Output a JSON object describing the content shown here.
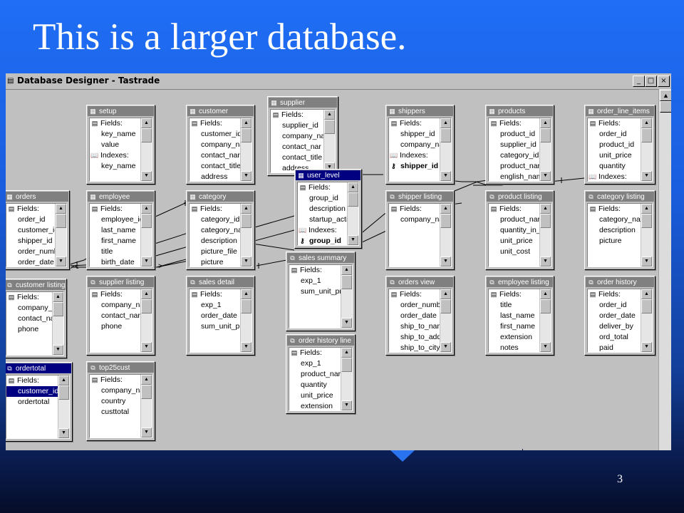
{
  "slide": {
    "title": "This is a larger database.",
    "page_number": "3"
  },
  "window": {
    "title": "Database Designer - Tastrade",
    "buttons": {
      "minimize": "_",
      "maximize": "□",
      "close": "×"
    }
  },
  "tables": [
    {
      "id": "setup",
      "title": "setup",
      "kind": "table",
      "rows": [
        {
          "text": "Fields:",
          "type": "section"
        },
        {
          "text": "key_name"
        },
        {
          "text": "value"
        },
        {
          "text": "Indexes:",
          "type": "index-section"
        },
        {
          "text": "key_name"
        }
      ]
    },
    {
      "id": "customer",
      "title": "customer",
      "kind": "table",
      "rows": [
        {
          "text": "Fields:",
          "type": "section"
        },
        {
          "text": "customer_id"
        },
        {
          "text": "company_na"
        },
        {
          "text": "contact_nar"
        },
        {
          "text": "contact_title"
        },
        {
          "text": "address"
        }
      ]
    },
    {
      "id": "supplier",
      "title": "supplier",
      "kind": "table",
      "rows": [
        {
          "text": "Fields:",
          "type": "section"
        },
        {
          "text": "supplier_id"
        },
        {
          "text": "company_na"
        },
        {
          "text": "contact_nar"
        },
        {
          "text": "contact_title"
        },
        {
          "text": "address"
        }
      ]
    },
    {
      "id": "shippers",
      "title": "shippers",
      "kind": "table",
      "rows": [
        {
          "text": "Fields:",
          "type": "section"
        },
        {
          "text": "shipper_id"
        },
        {
          "text": "company_na"
        },
        {
          "text": "Indexes:",
          "type": "index-section"
        },
        {
          "text": "shipper_id",
          "type": "key"
        }
      ]
    },
    {
      "id": "products",
      "title": "products",
      "kind": "table",
      "rows": [
        {
          "text": "Fields:",
          "type": "section"
        },
        {
          "text": "product_id"
        },
        {
          "text": "supplier_id"
        },
        {
          "text": "category_id"
        },
        {
          "text": "product_nar"
        },
        {
          "text": "english_nam"
        }
      ]
    },
    {
      "id": "order_line_items",
      "title": "order_line_items",
      "kind": "table",
      "rows": [
        {
          "text": "Fields:",
          "type": "section"
        },
        {
          "text": "order_id"
        },
        {
          "text": "product_id"
        },
        {
          "text": "unit_price"
        },
        {
          "text": "quantity"
        },
        {
          "text": "Indexes:",
          "type": "index-section"
        }
      ]
    },
    {
      "id": "orders",
      "title": "orders",
      "kind": "table",
      "rows": [
        {
          "text": "Fields:",
          "type": "section"
        },
        {
          "text": "order_id"
        },
        {
          "text": "customer_id"
        },
        {
          "text": "shipper_id"
        },
        {
          "text": "order_numbe"
        },
        {
          "text": "order_date"
        }
      ]
    },
    {
      "id": "employee",
      "title": "employee",
      "kind": "table",
      "rows": [
        {
          "text": "Fields:",
          "type": "section"
        },
        {
          "text": "employee_id"
        },
        {
          "text": "last_name"
        },
        {
          "text": "first_name"
        },
        {
          "text": "title"
        },
        {
          "text": "birth_date"
        }
      ]
    },
    {
      "id": "category",
      "title": "category",
      "kind": "table",
      "rows": [
        {
          "text": "Fields:",
          "type": "section"
        },
        {
          "text": "category_id"
        },
        {
          "text": "category_na"
        },
        {
          "text": "description"
        },
        {
          "text": "picture_file"
        },
        {
          "text": "picture"
        }
      ]
    },
    {
      "id": "user_level",
      "title": "user_level",
      "kind": "table",
      "active": true,
      "rows": [
        {
          "text": "Fields:",
          "type": "section"
        },
        {
          "text": "group_id"
        },
        {
          "text": "description"
        },
        {
          "text": "startup_actio"
        },
        {
          "text": "Indexes:",
          "type": "index-section"
        },
        {
          "text": "group_id",
          "type": "key"
        }
      ]
    },
    {
      "id": "shipper_listing",
      "title": "shipper listing",
      "kind": "view",
      "rows": [
        {
          "text": "Fields:",
          "type": "section"
        },
        {
          "text": "company_na"
        }
      ]
    },
    {
      "id": "product_listing",
      "title": "product listing",
      "kind": "view",
      "rows": [
        {
          "text": "Fields:",
          "type": "section"
        },
        {
          "text": "product_nar"
        },
        {
          "text": "quantity_in_"
        },
        {
          "text": "unit_price"
        },
        {
          "text": "unit_cost"
        }
      ]
    },
    {
      "id": "category_listing",
      "title": "category listing",
      "kind": "view",
      "rows": [
        {
          "text": "Fields:",
          "type": "section"
        },
        {
          "text": "category_na"
        },
        {
          "text": "description"
        },
        {
          "text": "picture"
        }
      ]
    },
    {
      "id": "customer_listing",
      "title": "customer listing",
      "kind": "view",
      "rows": [
        {
          "text": "Fields:",
          "type": "section"
        },
        {
          "text": "company_na"
        },
        {
          "text": "contact_nar"
        },
        {
          "text": "phone"
        }
      ]
    },
    {
      "id": "supplier_listing",
      "title": "supplier listing",
      "kind": "view",
      "rows": [
        {
          "text": "Fields:",
          "type": "section"
        },
        {
          "text": "company_na"
        },
        {
          "text": "contact_nar"
        },
        {
          "text": "phone"
        }
      ]
    },
    {
      "id": "sales_detail",
      "title": "sales detail",
      "kind": "view",
      "rows": [
        {
          "text": "Fields:",
          "type": "section"
        },
        {
          "text": "exp_1"
        },
        {
          "text": "order_date"
        },
        {
          "text": "sum_unit_pr"
        }
      ]
    },
    {
      "id": "sales_summary",
      "title": "sales summary",
      "kind": "view",
      "rows": [
        {
          "text": "Fields:",
          "type": "section"
        },
        {
          "text": "exp_1"
        },
        {
          "text": "sum_unit_pr"
        }
      ]
    },
    {
      "id": "orders_view",
      "title": "orders view",
      "kind": "view",
      "rows": [
        {
          "text": "Fields:",
          "type": "section"
        },
        {
          "text": "order_numbe"
        },
        {
          "text": "order_date"
        },
        {
          "text": "ship_to_nam"
        },
        {
          "text": "ship_to_add"
        },
        {
          "text": "ship_to_city"
        }
      ]
    },
    {
      "id": "employee_listing",
      "title": "employee listing",
      "kind": "view",
      "rows": [
        {
          "text": "Fields:",
          "type": "section"
        },
        {
          "text": "title"
        },
        {
          "text": "last_name"
        },
        {
          "text": "first_name"
        },
        {
          "text": "extension"
        },
        {
          "text": "notes"
        }
      ]
    },
    {
      "id": "order_history",
      "title": "order history",
      "kind": "view",
      "rows": [
        {
          "text": "Fields:",
          "type": "section"
        },
        {
          "text": "order_id"
        },
        {
          "text": "order_date"
        },
        {
          "text": "deliver_by"
        },
        {
          "text": "ord_total"
        },
        {
          "text": "paid"
        }
      ]
    },
    {
      "id": "ordertotal",
      "title": "ordertotal",
      "kind": "view",
      "selected_title": true,
      "rows": [
        {
          "text": "Fields:",
          "type": "section"
        },
        {
          "text": "customer_id",
          "type": "selected"
        },
        {
          "text": "ordertotal"
        }
      ]
    },
    {
      "id": "top25cust",
      "title": "top25cust",
      "kind": "view",
      "rows": [
        {
          "text": "Fields:",
          "type": "section"
        },
        {
          "text": "company_na"
        },
        {
          "text": "country"
        },
        {
          "text": "custtotal"
        }
      ]
    },
    {
      "id": "order_history_line",
      "title": "order history line",
      "kind": "view",
      "rows": [
        {
          "text": "Fields:",
          "type": "section"
        },
        {
          "text": "exp_1"
        },
        {
          "text": "product_nar"
        },
        {
          "text": "quantity"
        },
        {
          "text": "unit_price"
        },
        {
          "text": "extension"
        }
      ]
    }
  ],
  "icons": {
    "table": "table-icon",
    "view": "view-icon",
    "fields": "fields-icon",
    "indexes": "index-book-icon",
    "key": "key-icon"
  },
  "colors": {
    "slide_bg_top": "#1f6ef5",
    "slide_bg_bottom": "#050d28",
    "window_gray": "#c0c0c0",
    "active_title": "#000080",
    "inactive_title": "#808080"
  }
}
